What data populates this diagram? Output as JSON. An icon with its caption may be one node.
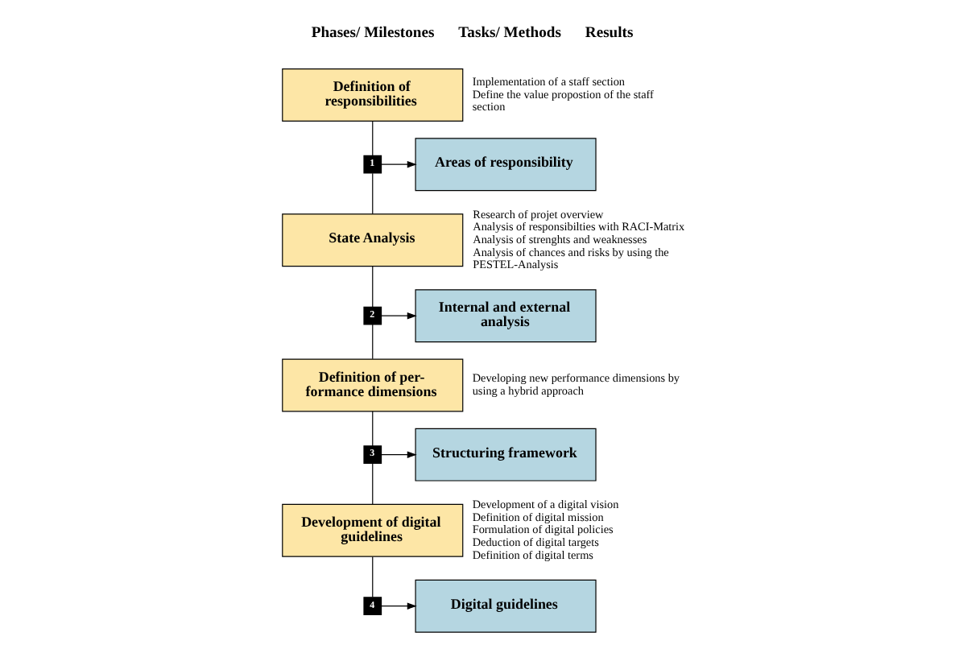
{
  "diagram": {
    "nodes": [
      {
        "text": [
          "Definition of responsibilities"
        ],
        "beside": [
          "Implementation of a staff section",
          "Define the value propostion of the staff section"
        ]
      },
      {
        "text": [
          "1"
        ]
      },
      {
        "text": [
          "Areas of responsibility"
        ]
      },
      {
        "text": [
          "State Analysis"
        ],
        "beside": [
          "Research of projet overview",
          "Analysis of responsibilties with RACI-Matrix",
          "Analysis of strenghts and weaknesses",
          "Analysis of chances and risks by using the PESTEL-Analysis"
        ]
      },
      {
        "text": [
          "2"
        ]
      },
      {
        "text": [
          "Internal and external analysis"
        ]
      },
      {
        "text": [
          "Definition of per- formance dimensions"
        ],
        "beside": [
          "Developing new performance dimensions by using a hybrid approach"
        ]
      },
      {
        "text": [
          "3"
        ]
      },
      {
        "text": [
          "Structuring framework"
        ]
      },
      {
        "text": [
          "Development of digital guidelines"
        ],
        "beside": [
          "Development of a digital vision",
          "Definition of digital mission",
          "Formulation of digital policies",
          "Deduction of digital targets",
          "Definition of digital terms"
        ]
      },
      {
        "text": [
          "4"
        ]
      },
      {
        "text": [
          "Digital guidelines"
        ]
      }
    ],
    "edges": [
      {
        "from": 0,
        "to": 1,
        "arrow": "none"
      },
      {
        "from": 1,
        "to": 3,
        "arrow": "none"
      },
      {
        "from": 3,
        "to": 4,
        "arrow": "none"
      },
      {
        "from": 4,
        "to": 6,
        "arrow": "none"
      },
      {
        "from": 6,
        "to": 7,
        "arrow": "none"
      },
      {
        "from": 7,
        "to": 9,
        "arrow": "none"
      },
      {
        "from": 9,
        "to": 10,
        "arrow": "none"
      },
      {
        "from": 1,
        "to": 2,
        "arrow": "to"
      },
      {
        "from": 4,
        "to": 5,
        "arrow": "to"
      },
      {
        "from": 7,
        "to": 8,
        "arrow": "to"
      },
      {
        "from": 10,
        "to": 11,
        "arrow": "to"
      }
    ],
    "labels": [
      "Phases/ Milestones",
      "Tasks/ Methods",
      "Results"
    ]
  }
}
